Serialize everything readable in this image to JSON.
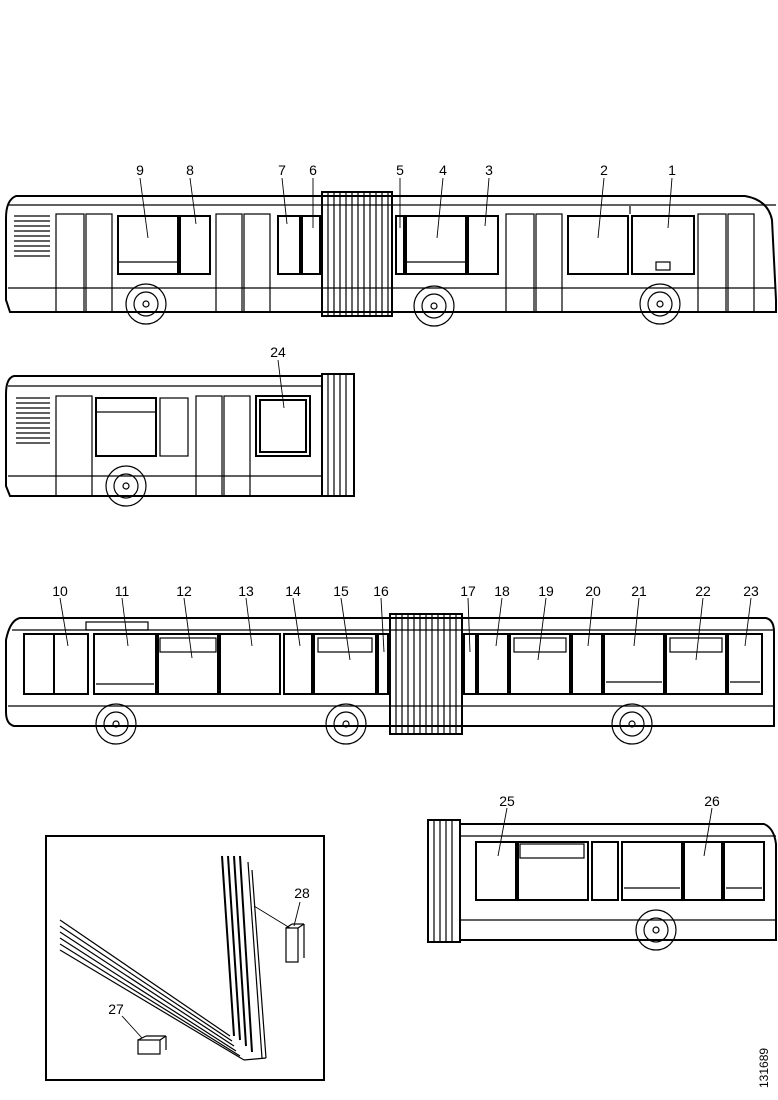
{
  "figure_id": "131689",
  "views": [
    {
      "id": "bus-side-right",
      "callouts": [
        "1",
        "2",
        "3",
        "4",
        "5",
        "6",
        "7",
        "8",
        "9"
      ]
    },
    {
      "id": "bus-rear-section-right",
      "callouts": [
        "24"
      ]
    },
    {
      "id": "bus-side-left",
      "callouts": [
        "10",
        "11",
        "12",
        "13",
        "14",
        "15",
        "16",
        "17",
        "18",
        "19",
        "20",
        "21",
        "22",
        "23"
      ]
    },
    {
      "id": "bus-rear-section-left",
      "callouts": [
        "25",
        "26"
      ]
    },
    {
      "id": "window-detail",
      "callouts": [
        "27",
        "28"
      ]
    }
  ],
  "callouts": {
    "c1": "1",
    "c2": "2",
    "c3": "3",
    "c4": "4",
    "c5": "5",
    "c6": "6",
    "c7": "7",
    "c8": "8",
    "c9": "9",
    "c10": "10",
    "c11": "11",
    "c12": "12",
    "c13": "13",
    "c14": "14",
    "c15": "15",
    "c16": "16",
    "c17": "17",
    "c18": "18",
    "c19": "19",
    "c20": "20",
    "c21": "21",
    "c22": "22",
    "c23": "23",
    "c24": "24",
    "c25": "25",
    "c26": "26",
    "c27": "27",
    "c28": "28"
  },
  "colors": {
    "line": "#000000",
    "background": "#ffffff"
  }
}
